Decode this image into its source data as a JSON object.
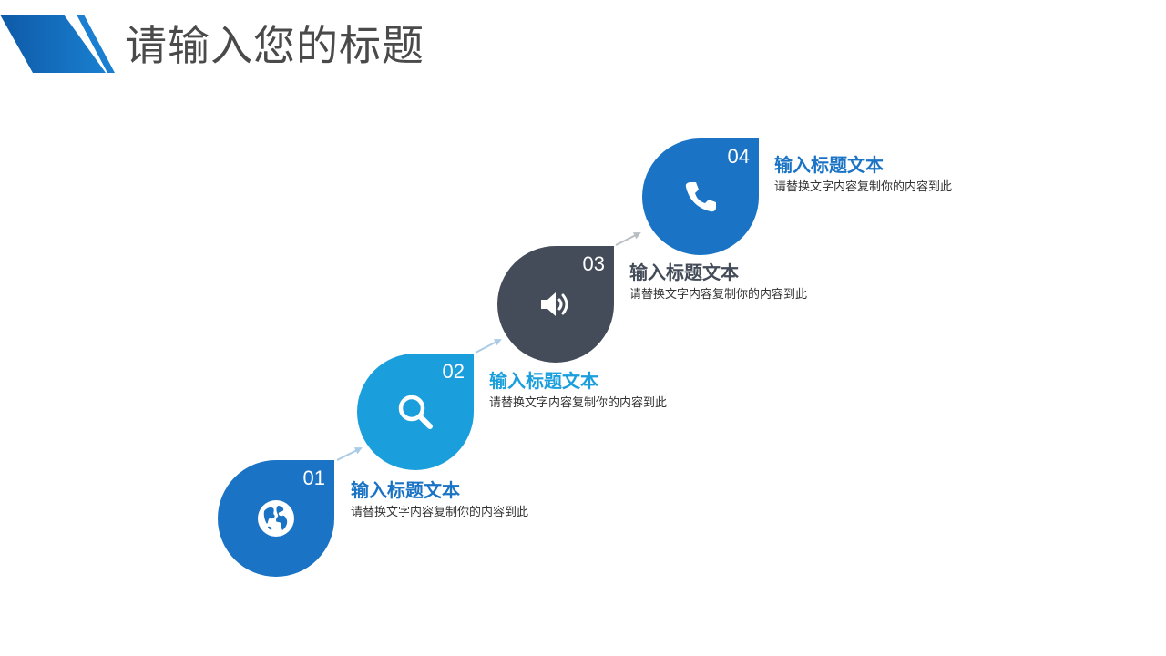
{
  "slide": {
    "title": "请输入您的标题"
  },
  "theme": {
    "blue": "#1a73c4",
    "light_blue": "#1a9fdc",
    "dark_gray": "#434c58",
    "header_blue": "#1a73c4"
  },
  "steps": [
    {
      "number": "01",
      "title": "输入标题文本",
      "desc": "请替换文字内容复制你的内容到此",
      "icon": "globe-icon",
      "color": "#1a73c4"
    },
    {
      "number": "02",
      "title": "输入标题文本",
      "desc": "请替换文字内容复制你的内容到此",
      "icon": "search-icon",
      "color": "#1a9fdc"
    },
    {
      "number": "03",
      "title": "输入标题文本",
      "desc": "请替换文字内容复制你的内容到此",
      "icon": "speaker-icon",
      "color": "#434c58"
    },
    {
      "number": "04",
      "title": "输入标题文本",
      "desc": "请替换文字内容复制你的内容到此",
      "icon": "phone-icon",
      "color": "#1a73c4"
    }
  ]
}
